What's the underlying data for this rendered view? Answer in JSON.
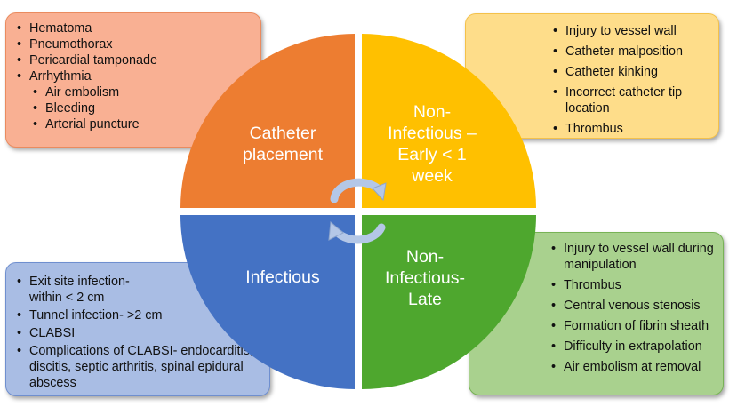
{
  "colors": {
    "placement": "#ed7d31",
    "early": "#ffc000",
    "infectious": "#4472c4",
    "late": "#4ea72e",
    "arrow": "#b4c7e7"
  },
  "quadrants": {
    "placement": "Catheter placement",
    "early": "Non-Infectious –Early < 1 week",
    "infectious": "Infectious",
    "late": "Non-Infectious-Late"
  },
  "placement_items": [
    "Hematoma",
    "Pneumothorax",
    "Pericardial tamponade",
    "Arrhythmia"
  ],
  "placement_subitems": [
    "Air embolism",
    "Bleeding",
    "Arterial puncture"
  ],
  "early_items": [
    "Injury to vessel wall",
    "Catheter malposition",
    "Catheter kinking",
    "Incorrect catheter tip location",
    "Thrombus"
  ],
  "infectious_items": [
    "Exit site infection- within < 2 cm",
    "Tunnel infection- >2 cm",
    "CLABSI",
    "Complications of CLABSI- endocarditis, discitis, septic arthritis, spinal epidural abscess"
  ],
  "late_items": [
    "Injury to vessel wall during manipulation",
    "Thrombus",
    "Central venous stenosis",
    "Formation of fibrin sheath",
    "Difficulty in extrapolation",
    "Air embolism at removal"
  ]
}
